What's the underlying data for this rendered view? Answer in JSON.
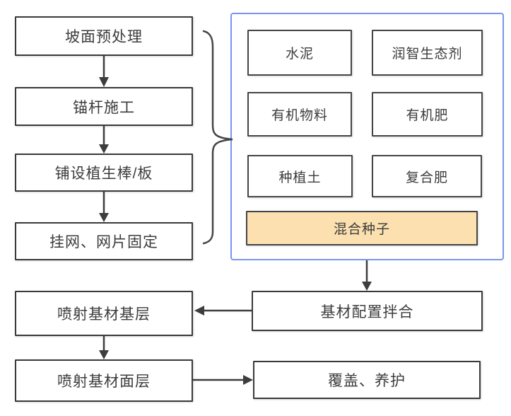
{
  "diagram": {
    "left_flow": {
      "steps": [
        {
          "label": "坡面预处理"
        },
        {
          "label": "锚杆施工"
        },
        {
          "label": "铺设植生棒/板"
        },
        {
          "label": "挂网、网片固定"
        }
      ]
    },
    "materials_panel": {
      "items": [
        {
          "label": "水泥"
        },
        {
          "label": "润智生态剂"
        },
        {
          "label": "有机物料"
        },
        {
          "label": "有机肥"
        },
        {
          "label": "种植土"
        },
        {
          "label": "复合肥"
        }
      ],
      "highlighted_item": {
        "label": "混合种子"
      }
    },
    "bottom_flow": {
      "mix": {
        "label": "基材配置拌合"
      },
      "base_layer": {
        "label": "喷射基材基层"
      },
      "surface_layer": {
        "label": "喷射基材面层"
      },
      "cover": {
        "label": "覆盖、养护"
      }
    },
    "colors": {
      "panel_border": "#7b93ee",
      "highlight_fill": "#fce0b0",
      "box_border": "#3a3a3a",
      "text": "#3c3c3c",
      "arrow": "#3d3d3d"
    }
  }
}
